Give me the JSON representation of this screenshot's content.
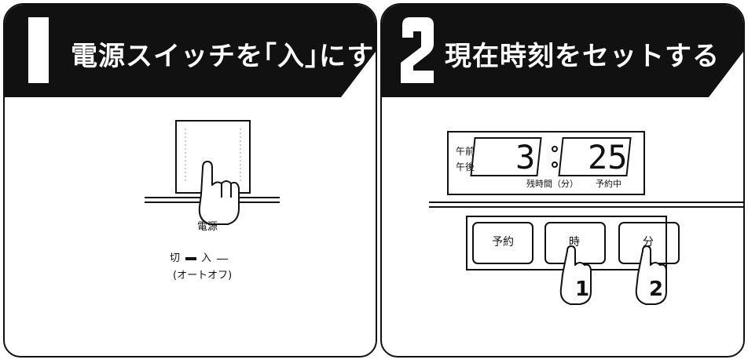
{
  "step1": {
    "number": "1",
    "title": "電源スイッチを｢入｣にする",
    "switch_label": "電源",
    "off_label": "切",
    "on_label": "入",
    "auto_off_label": "(オートオフ)"
  },
  "step2": {
    "number": "2",
    "title": "現在時刻をセットする",
    "am_label": "午前",
    "pm_label": "午後",
    "display_hour": "3",
    "display_minute": "25",
    "remaining_label": "残時間（分）",
    "reserved_label": "予約中",
    "buttons": [
      "予約",
      "時",
      "分"
    ],
    "press_order": [
      "1",
      "2"
    ]
  }
}
